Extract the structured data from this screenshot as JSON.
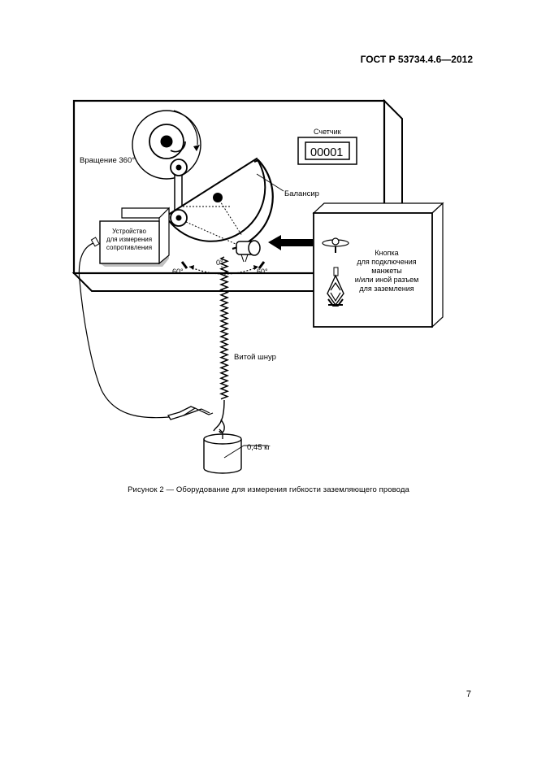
{
  "header": {
    "standard_id": "ГОСТ Р 53734.4.6—2012"
  },
  "figure": {
    "labels": {
      "rotation": "Вращение 360°",
      "counter_title": "Счетчик",
      "counter_value": "00001",
      "balancer": "Балансир",
      "resistance_device": [
        "Устройство",
        "для измерения",
        "сопротивления"
      ],
      "angle_left": "60°",
      "angle_zero": "0°",
      "angle_right": "60°",
      "button_text": [
        "Кнопка",
        "для подключения",
        "манжеты",
        "и/или иной разъем",
        "для заземления"
      ],
      "coiled_cord": "Витой шнур",
      "weight": "0,45 кг"
    }
  },
  "caption": "Рисунок  2 — Оборудование для измерения гибкости заземляющего провода",
  "page_number": "7"
}
